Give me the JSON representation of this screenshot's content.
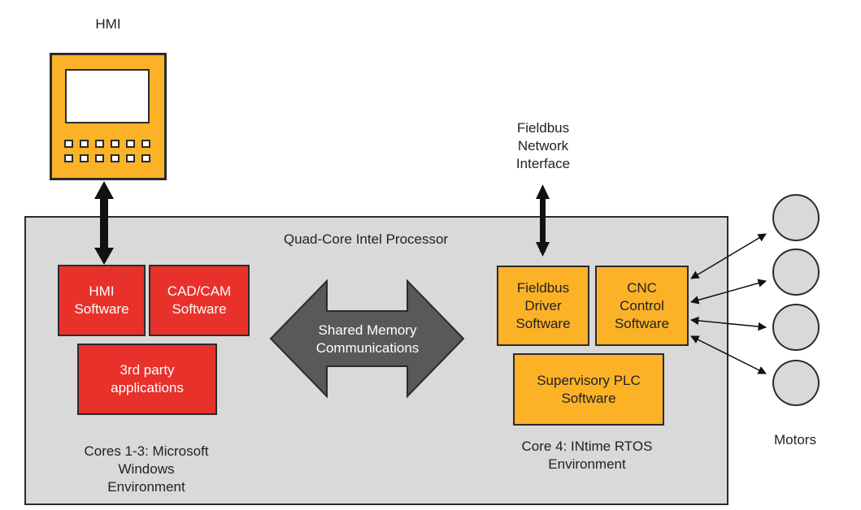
{
  "labels": {
    "hmi_title": "HMI",
    "fieldbus_interface": "Fieldbus\nNetwork\nInterface",
    "processor": "Quad-Core Intel Processor",
    "windows_env": "Cores 1-3: Microsoft\nWindows\nEnvironment",
    "rtos_env": "Core 4: INtime RTOS\nEnvironment",
    "motors": "Motors",
    "shared_memory": "Shared Memory\nCommunications"
  },
  "boxes": {
    "hmi_software": "HMI\nSoftware",
    "cadcam_software": "CAD/CAM\nSoftware",
    "third_party": "3rd party\napplications",
    "fieldbus_driver": "Fieldbus\nDriver\nSoftware",
    "cnc_control": "CNC\nControl\nSoftware",
    "supervisory_plc": "Supervisory PLC\nSoftware"
  },
  "colors": {
    "windows_boxes": "#e8312a",
    "rtos_boxes": "#fbb227",
    "processor_bg": "#d9d9d9",
    "shared_memory_arrow": "#58595b"
  }
}
